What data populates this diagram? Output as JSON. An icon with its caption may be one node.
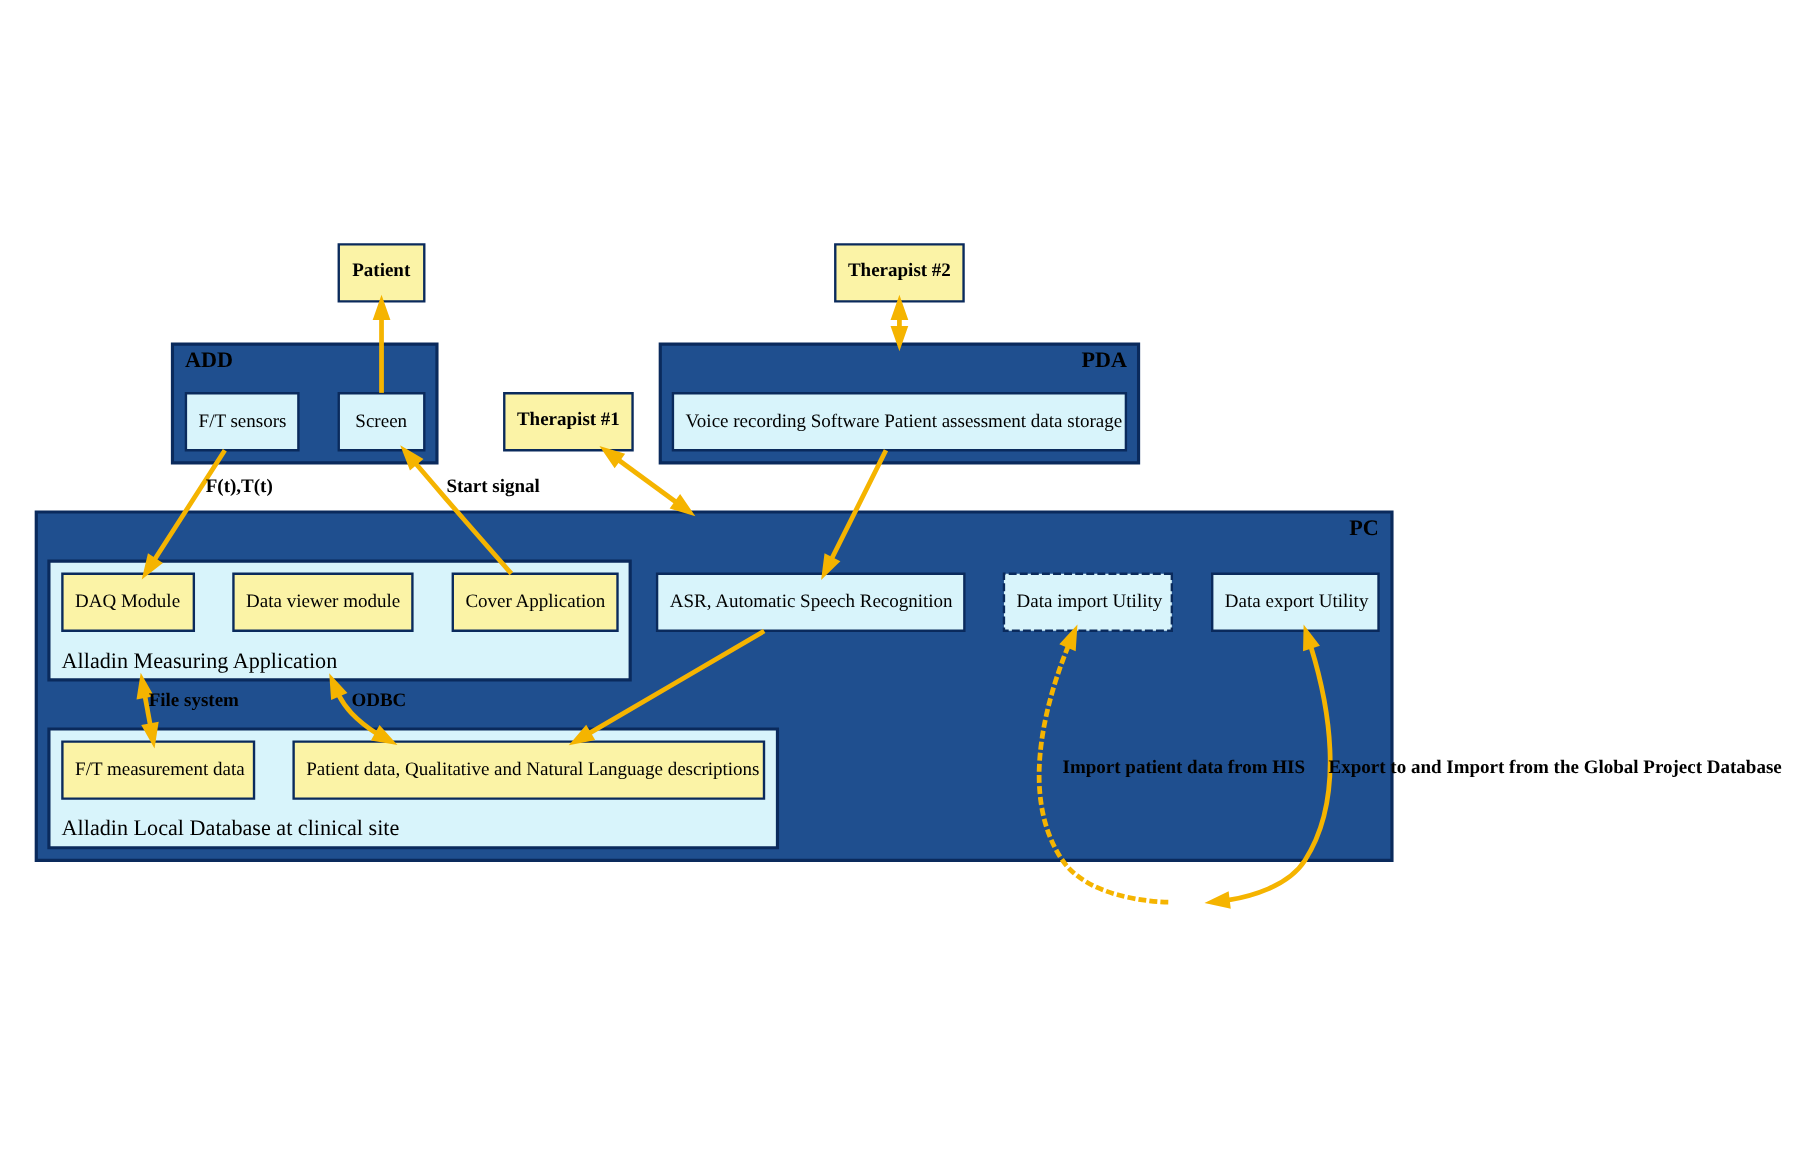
{
  "diagram": {
    "nodes": [
      {
        "text": [
          "Patient"
        ]
      },
      {
        "text": [
          "Therapist #1"
        ]
      },
      {
        "text": [
          "Therapist #2"
        ]
      },
      {
        "text": [
          "ADD"
        ]
      },
      {
        "text": [
          "Screen"
        ],
        "in": 3
      },
      {
        "text": [
          "F/T sensors"
        ],
        "in": 3
      },
      {
        "text": [
          "PC"
        ]
      },
      {
        "text": [
          "Alladin Measuring Application"
        ],
        "in": 6
      },
      {
        "text": [
          "Cover Application"
        ],
        "in": 7
      },
      {
        "text": [
          "DAQ Module"
        ],
        "in": 7
      },
      {
        "text": [
          "Data viewer module"
        ],
        "in": 7
      },
      {
        "text": [
          "ASR, Automatic Speech Recognition"
        ],
        "in": 6
      },
      {
        "text": [
          "Data import Utility"
        ],
        "in": 6
      },
      {
        "text": [
          "Data export Utility"
        ],
        "in": 6
      },
      {
        "text": [
          "Alladin Local Database at clinical site"
        ],
        "in": 6
      },
      {
        "text": [
          "F/T measurement data"
        ],
        "in": 14
      },
      {
        "text": [
          "Patient data, Qualitative and Natural Language descriptions"
        ],
        "in": 14
      },
      {
        "text": [
          "PDA"
        ]
      },
      {
        "text": [
          "Voice recording Software Patient assessment data storage"
        ],
        "in": 17
      }
    ],
    "edges": [
      {
        "from": 4,
        "to": 0,
        "arrow": "to"
      },
      {
        "from": 1,
        "to": 6,
        "arrow": "both"
      },
      {
        "from": 2,
        "to": 17,
        "arrow": "both"
      },
      {
        "from": 8,
        "to": 4,
        "arrow": "to",
        "label": "Start signal"
      },
      {
        "from": 5,
        "to": 9,
        "arrow": "to",
        "label": "F(t),T(t)"
      },
      {
        "from": 18,
        "to": 11,
        "arrow": "to"
      },
      {
        "from": 11,
        "to": 16,
        "arrow": "to"
      },
      {
        "from": 7,
        "to": 15,
        "arrow": "both",
        "label": "File system"
      },
      {
        "from": 7,
        "to": 16,
        "arrow": "both",
        "label": "ODBC"
      },
      {
        "from": null,
        "to": 12,
        "arrow": "to",
        "style": "dashed",
        "label": "Import patient data from HIS"
      },
      {
        "from": 13,
        "to": null,
        "arrow": "both",
        "label": "Export to and Import from the Global Project Database"
      }
    ]
  }
}
